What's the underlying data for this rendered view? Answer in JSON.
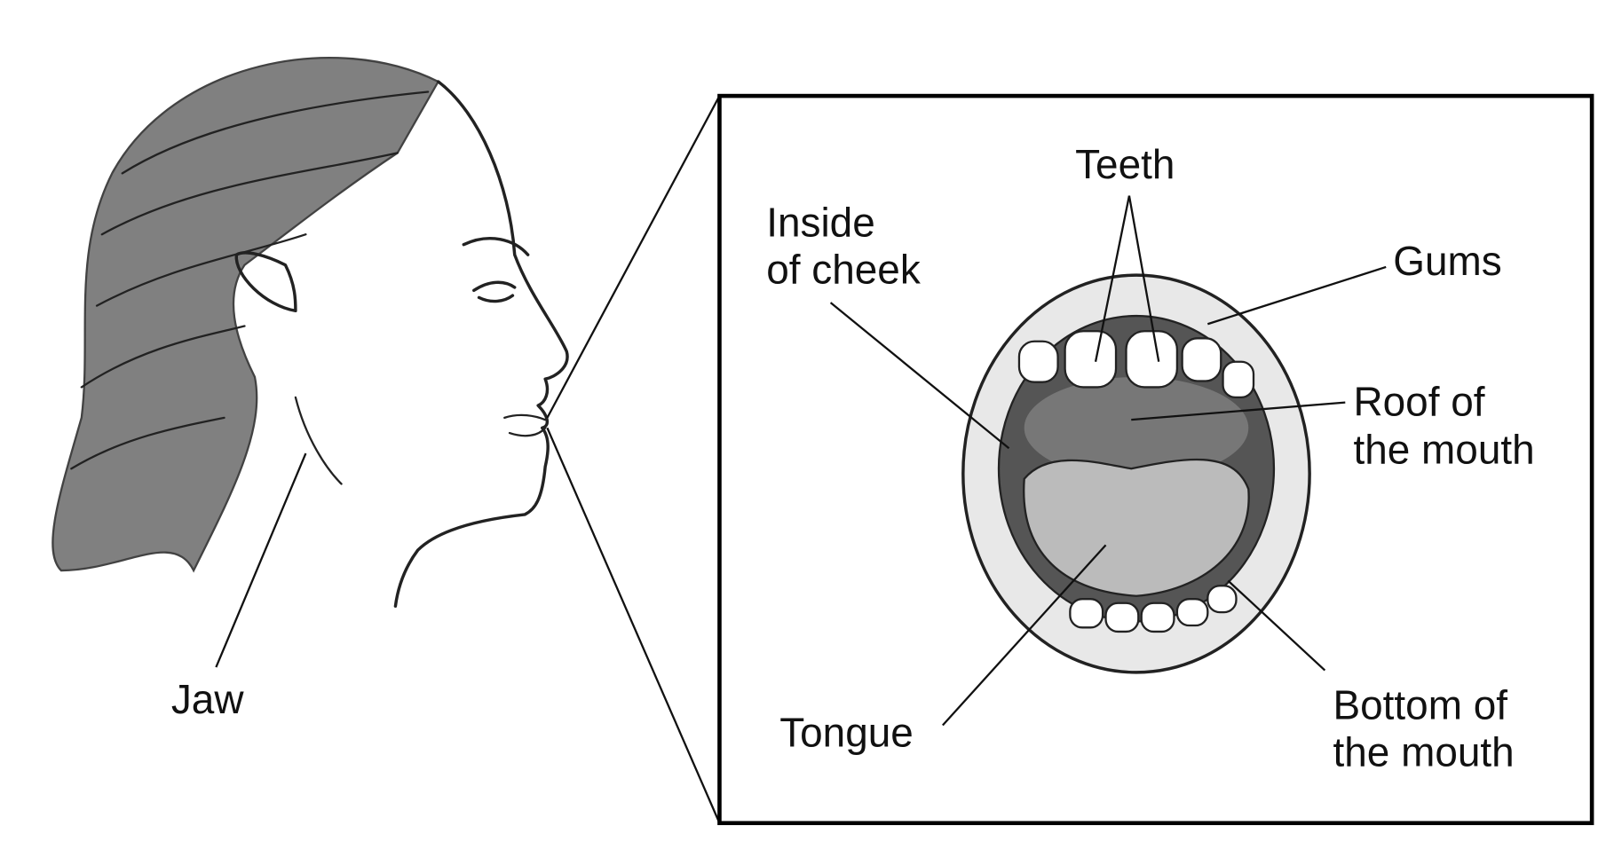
{
  "labels": {
    "jaw": "Jaw",
    "teeth": "Teeth",
    "inside_cheek_1": "Inside",
    "inside_cheek_2": "of cheek",
    "gums": "Gums",
    "roof_1": "Roof of",
    "roof_2": "the mouth",
    "bottom_1": "Bottom of",
    "bottom_2": "the mouth",
    "tongue": "Tongue"
  }
}
